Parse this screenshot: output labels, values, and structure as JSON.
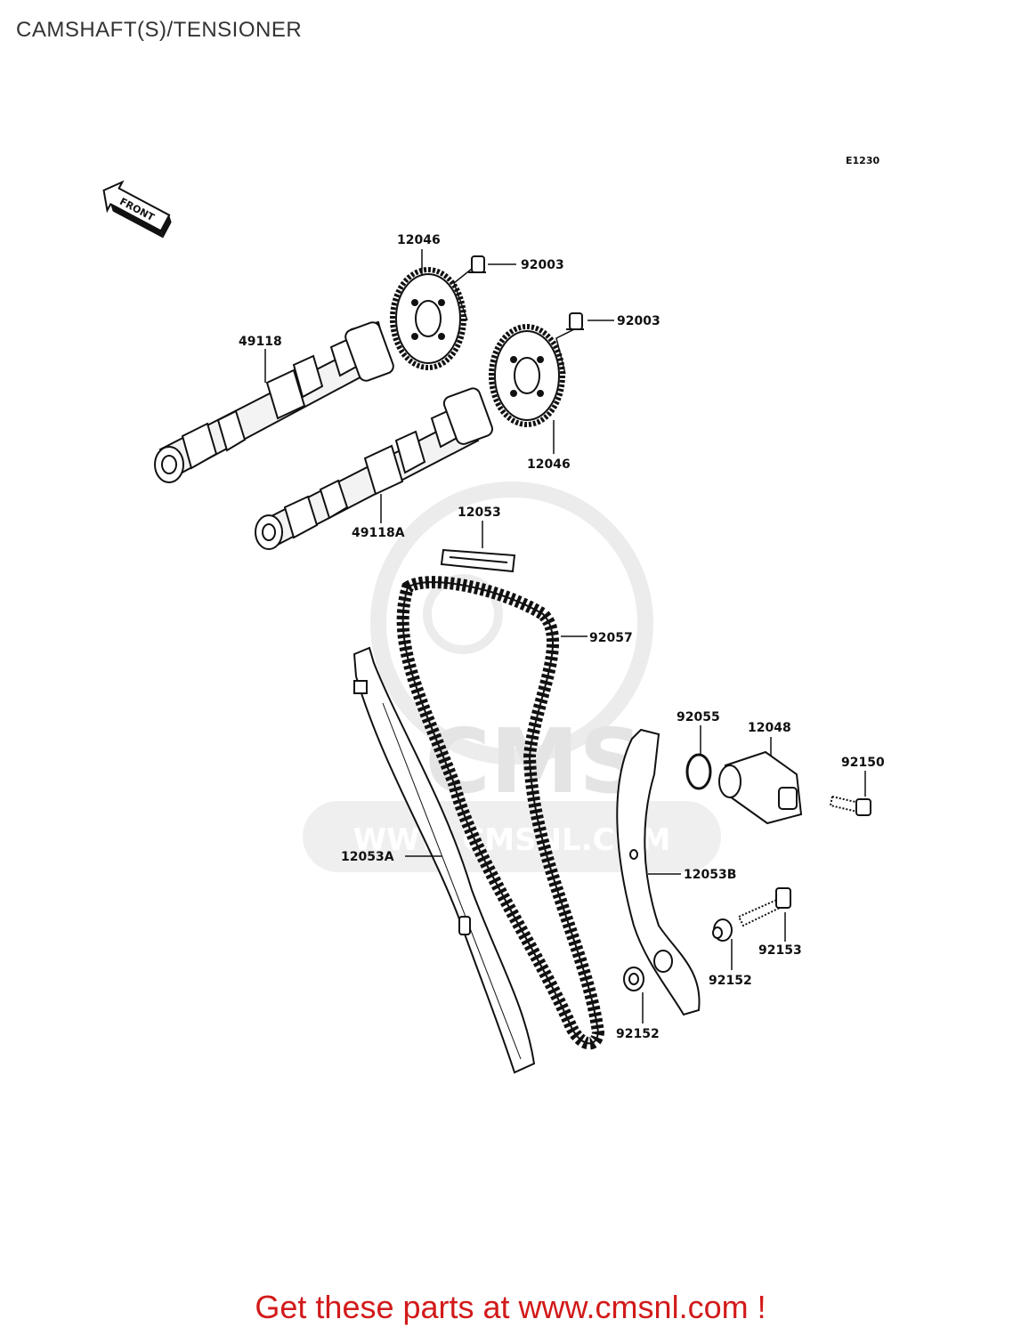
{
  "title": "CAMSHAFT(S)/TENSIONER",
  "diagram_code": "E1230",
  "front_arrow_label": "FRONT",
  "watermark": {
    "big": "CMS",
    "url": "WWW.CMSNL.COM",
    "color": "#e6e6e6"
  },
  "callouts": [
    {
      "id": "sprocket-top",
      "label": "12046"
    },
    {
      "id": "bolt-top",
      "label": "92003"
    },
    {
      "id": "bolt-right",
      "label": "92003"
    },
    {
      "id": "camshaft",
      "label": "49118"
    },
    {
      "id": "sprocket-right",
      "label": "12046"
    },
    {
      "id": "camshaft-a",
      "label": "49118A"
    },
    {
      "id": "guide",
      "label": "12053"
    },
    {
      "id": "chain",
      "label": "92057"
    },
    {
      "id": "oring",
      "label": "92055"
    },
    {
      "id": "tensioner",
      "label": "12048"
    },
    {
      "id": "tensioner-bolt",
      "label": "92150"
    },
    {
      "id": "guide-a",
      "label": "12053A"
    },
    {
      "id": "guide-b",
      "label": "12053B"
    },
    {
      "id": "pivot-bolt",
      "label": "92153"
    },
    {
      "id": "collar-upper",
      "label": "92152"
    },
    {
      "id": "collar-lower",
      "label": "92152"
    }
  ],
  "footer_cta": "Get these parts at www.cmsnl.com !",
  "colors": {
    "cta": "#d21a1a",
    "line": "#111111",
    "title": "#333333"
  }
}
